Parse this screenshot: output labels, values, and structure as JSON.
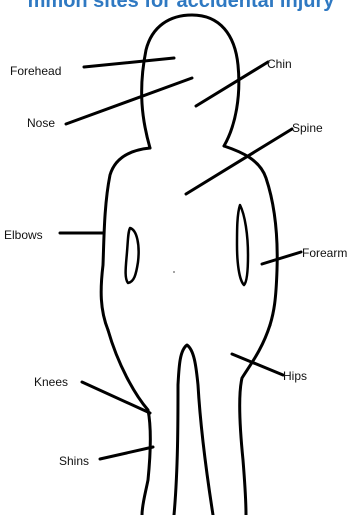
{
  "title": "mmon sites for accidental injury",
  "colors": {
    "title": "#2f79c2",
    "outline": "#000000",
    "background": "#ffffff"
  },
  "labels": {
    "forehead": "Forehead",
    "nose": "Nose",
    "chin": "Chin",
    "spine": "Spine",
    "elbows": "Elbows",
    "forearm": "Forearm",
    "knees": "Knees",
    "hips": "Hips",
    "shins": "Shins"
  }
}
